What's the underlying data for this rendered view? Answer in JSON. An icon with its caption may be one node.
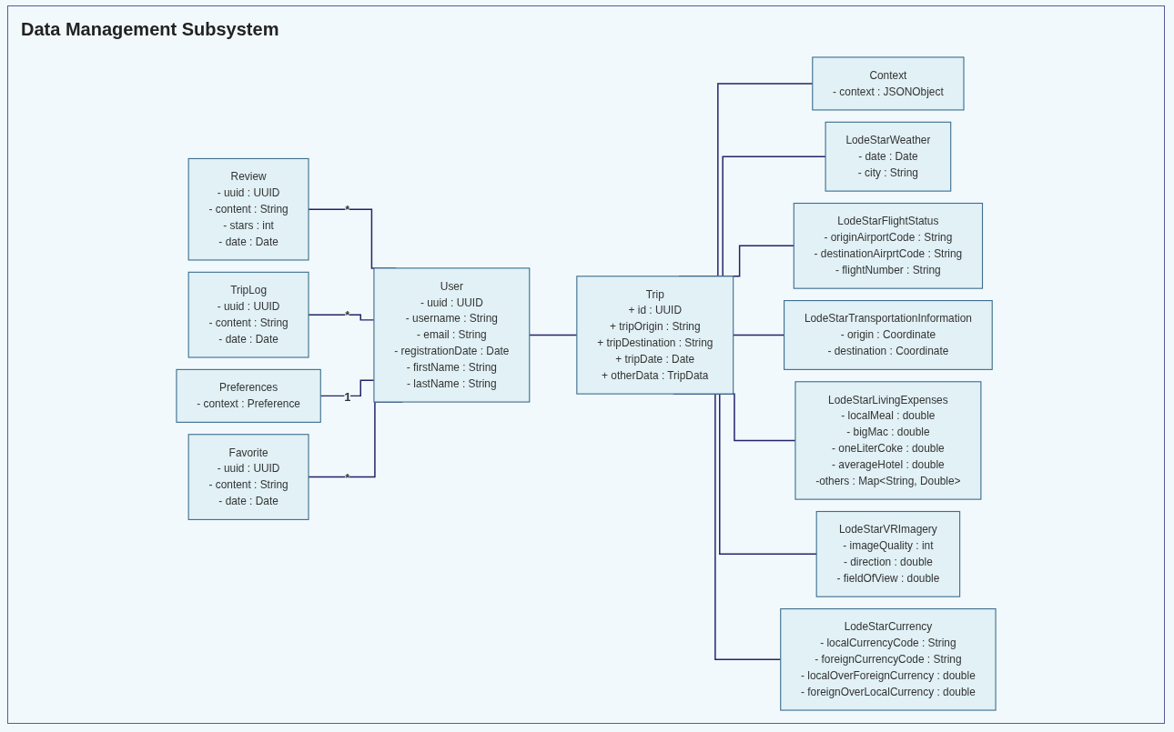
{
  "diagram": {
    "title": "Data Management Subsystem",
    "nodes": [
      {
        "text": [
          "Review",
          "- uuid : UUID",
          "- content : String",
          "- stars : int",
          "- date : Date"
        ]
      },
      {
        "text": [
          "TripLog",
          "- uuid : UUID",
          "- content : String",
          "- date : Date"
        ]
      },
      {
        "text": [
          "Preferences",
          "- context : Preference"
        ]
      },
      {
        "text": [
          "Favorite",
          "- uuid : UUID",
          "- content : String",
          "- date : Date"
        ]
      },
      {
        "text": [
          "User",
          "- uuid : UUID",
          "- username : String",
          "- email : String",
          "- registrationDate : Date",
          "- firstName : String",
          "- lastName : String"
        ]
      },
      {
        "text": [
          "Trip",
          "+ id : UUID",
          "+ tripOrigin : String",
          "+ tripDestination : String",
          "+ tripDate : Date",
          "+ otherData : TripData"
        ]
      },
      {
        "text": [
          "Context",
          "- context : JSONObject"
        ]
      },
      {
        "text": [
          "LodeStarWeather",
          "- date : Date",
          "- city : String"
        ]
      },
      {
        "text": [
          "LodeStarFlightStatus",
          "- originAirportCode : String",
          "- destinationAirprtCode : String",
          "- flightNumber : String"
        ]
      },
      {
        "text": [
          "LodeStarTransportationInformation",
          "- origin : Coordinate",
          "- destination : Coordinate"
        ]
      },
      {
        "text": [
          "LodeStarLivingExpenses",
          "- localMeal : double",
          "- bigMac : double",
          "- oneLiterCoke : double",
          "- averageHotel : double",
          "-others : Map<String, Double>"
        ]
      },
      {
        "text": [
          "LodeStarVRImagery",
          "- imageQuality : int",
          "- direction : double",
          "- fieldOfView : double"
        ]
      },
      {
        "text": [
          "LodeStarCurrency",
          "- localCurrencyCode : String",
          "- foreignCurrencyCode : String",
          "- localOverForeignCurrency : double",
          "- foreignOverLocalCurrency : double"
        ]
      }
    ],
    "edges": [
      {
        "from": 0,
        "to": 4,
        "arrow": "none",
        "label": "*"
      },
      {
        "from": 1,
        "to": 4,
        "arrow": "none",
        "label": "*"
      },
      {
        "from": 2,
        "to": 4,
        "arrow": "none",
        "label": "1"
      },
      {
        "from": 3,
        "to": 4,
        "arrow": "none",
        "label": "*"
      },
      {
        "from": 4,
        "to": 5,
        "arrow": "none"
      },
      {
        "from": 5,
        "to": 6,
        "arrow": "none"
      },
      {
        "from": 5,
        "to": 7,
        "arrow": "none"
      },
      {
        "from": 5,
        "to": 8,
        "arrow": "none"
      },
      {
        "from": 5,
        "to": 9,
        "arrow": "none"
      },
      {
        "from": 5,
        "to": 10,
        "arrow": "none"
      },
      {
        "from": 5,
        "to": 11,
        "arrow": "none"
      },
      {
        "from": 5,
        "to": 12,
        "arrow": "none"
      }
    ]
  }
}
